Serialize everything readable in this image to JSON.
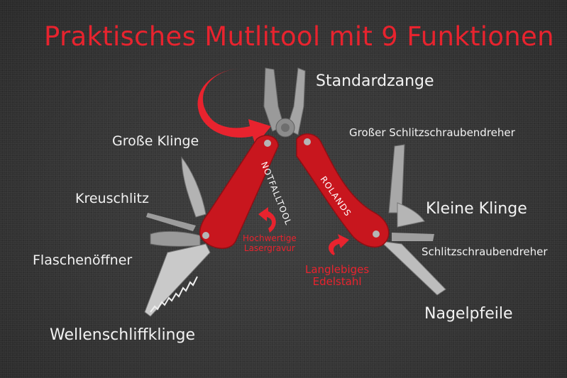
{
  "title": "Praktisches Mutlitool mit 9 Funktionen",
  "colors": {
    "accent_red": "#e8232e",
    "handle_red": "#c8161e",
    "background": "#3a3a3a",
    "label_white": "#f2f2f2"
  },
  "tool_engravings": {
    "left_handle": "NOTFALLTOOL",
    "right_handle": "ROLANDS"
  },
  "functions": [
    {
      "label": "Standardzange"
    },
    {
      "label": "Große Klinge"
    },
    {
      "label": "Großer Schlitzschraubendreher"
    },
    {
      "label": "Kreuschlitz"
    },
    {
      "label": "Kleine Klinge"
    },
    {
      "label": "Flaschenöffner"
    },
    {
      "label": "Schlitzschraubendreher"
    },
    {
      "label": "Nagelpfeile"
    },
    {
      "label": "Wellenschliffklinge"
    }
  ],
  "feature_notes": [
    {
      "line1": "Hochwertige",
      "line2": "Lasergravur"
    },
    {
      "line1": "Langlebiges",
      "line2": "Edelstahl"
    }
  ]
}
